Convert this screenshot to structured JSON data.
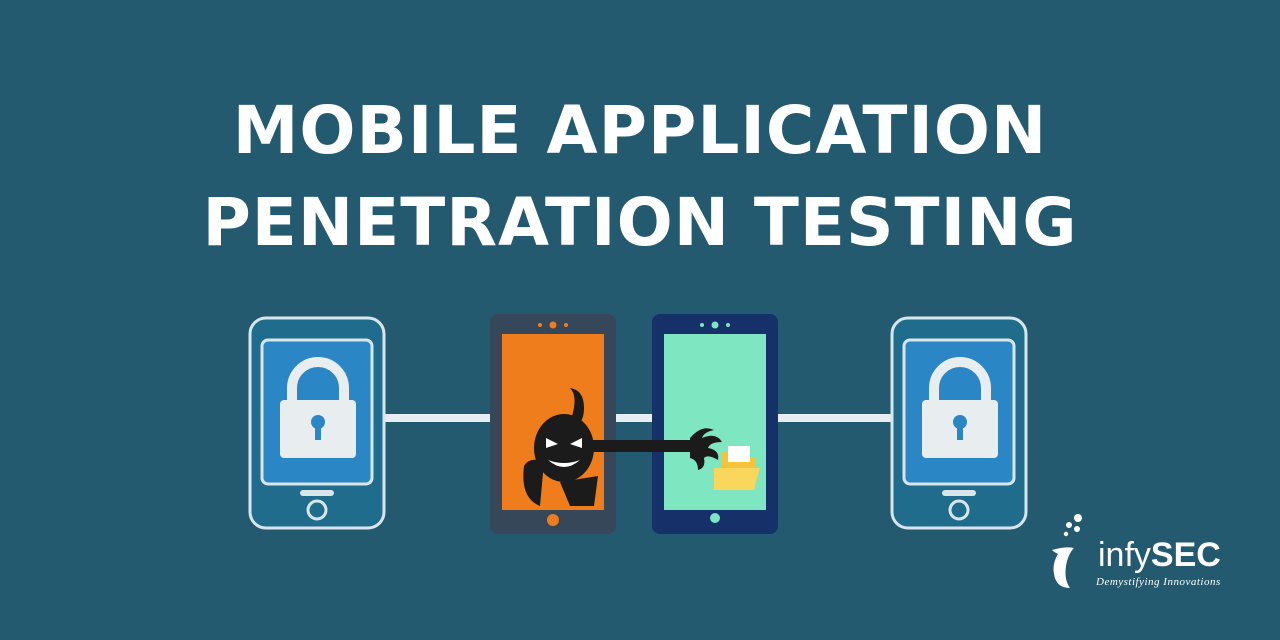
{
  "title": {
    "line1": "MOBILE APPLICATION",
    "line2": "PENETRATION TESTING"
  },
  "logo": {
    "brand_prefix": "infy",
    "brand_suffix": "SEC",
    "tagline": "Demystifying Innovations"
  },
  "colors": {
    "background": "#245a70",
    "phone_frame": "#1d6a8a",
    "phone_screen_blue": "#2a86c4",
    "attacker_screen": "#f07d1c",
    "victim_screen": "#7ee6c0",
    "lock_body": "#e8eef0"
  },
  "icons": [
    "lock-icon",
    "hacker-icon",
    "folder-icon",
    "logo-mark-icon"
  ]
}
